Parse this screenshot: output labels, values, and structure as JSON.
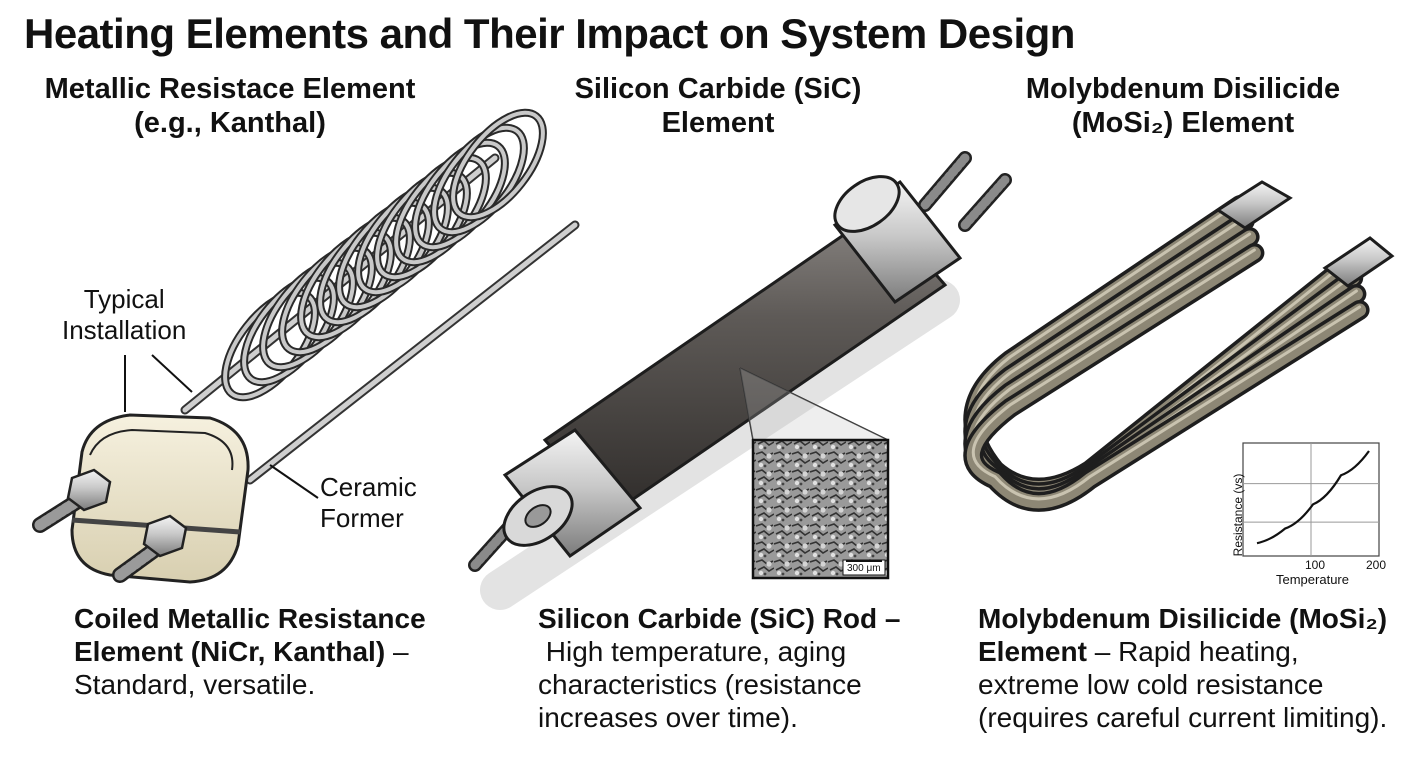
{
  "title": "Heating Elements and Their Impact on System Design",
  "columns": [
    {
      "title_lines": [
        "Metallic Resistace Element",
        "(e.g., Kanthal)"
      ],
      "callouts": [
        {
          "lines": [
            "Typical",
            "Installation"
          ]
        },
        {
          "lines": [
            "Ceramic",
            "Former"
          ]
        }
      ],
      "desc": {
        "bold_1": "Coiled Metallic Resistance",
        "bold_2": "Element (NiCr, Kanthal)",
        "tail_2": " –",
        "line_3": "Standard, versatile."
      }
    },
    {
      "title_lines": [
        "Silicon Carbide (SiC)",
        "Element"
      ],
      "inset": {
        "scale_label": "300 μm"
      },
      "desc": {
        "bold_1": "Silicon Carbide (SiC) Rod –",
        "line_2": " High temperature, aging",
        "line_3": "characteristics (resistance",
        "line_4": "increases over time)."
      }
    },
    {
      "title_lines": [
        "Molybdenum Disilicide",
        "(MoSi₂) Element"
      ],
      "desc": {
        "bold_1": "Molybdenum Disilicide (MoSi₂)",
        "bold_2": "Element",
        "tail_2": " – Rapid heating,",
        "line_3": "extreme low cold resistance",
        "line_4": "(requires careful current limiting)."
      }
    }
  ],
  "chart_data": {
    "type": "line",
    "title": "",
    "xlabel": "Temperature",
    "ylabel": "Resistance (vs)",
    "x_ticks": [
      "100",
      "200"
    ],
    "series": [
      {
        "x": [
          0,
          50,
          100,
          150,
          200
        ],
        "y": [
          0.05,
          0.2,
          0.45,
          0.75,
          1.0
        ]
      }
    ],
    "grid": true
  }
}
